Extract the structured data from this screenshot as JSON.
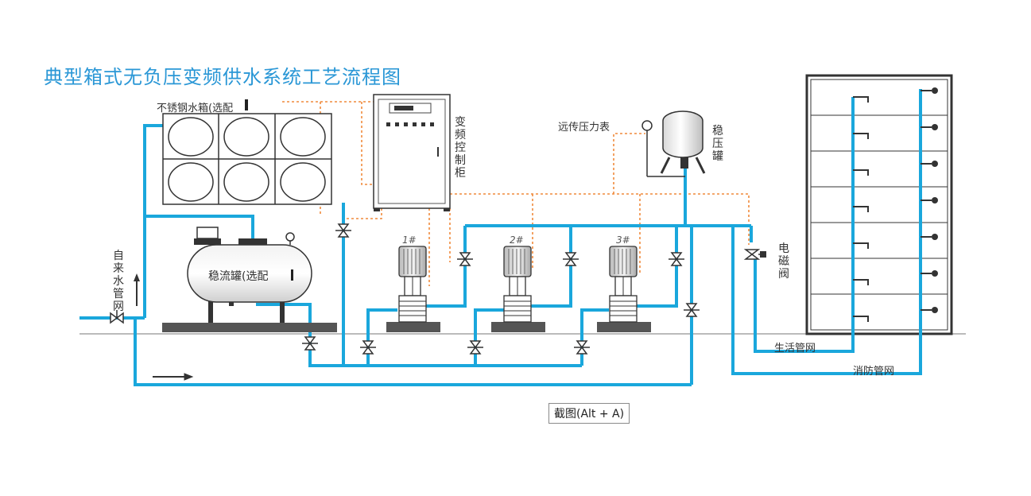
{
  "title": "典型箱式无负压变频供水系统工艺流程图",
  "labels": {
    "water_tank": "不锈钢水箱(选配",
    "control_cabinet": "变频控制柜",
    "remote_gauge": "远传压力表",
    "pressure_tank": "稳压罐",
    "stabilizer_tank": "稳流罐(选配",
    "municipal_supply": "自来水管网",
    "solenoid_valve": "电磁阀",
    "domestic_network": "生活管网",
    "fire_network": "消防管网",
    "pump_1": "1#",
    "pump_2": "2#",
    "pump_3": "3#"
  },
  "tooltip": "截图(Alt + A)",
  "colors": {
    "title": "#2a97d6",
    "pipe": "#1aa7dc",
    "signal_line": "#f08a3c",
    "equipment_outline": "#333333",
    "base": "#555555"
  }
}
